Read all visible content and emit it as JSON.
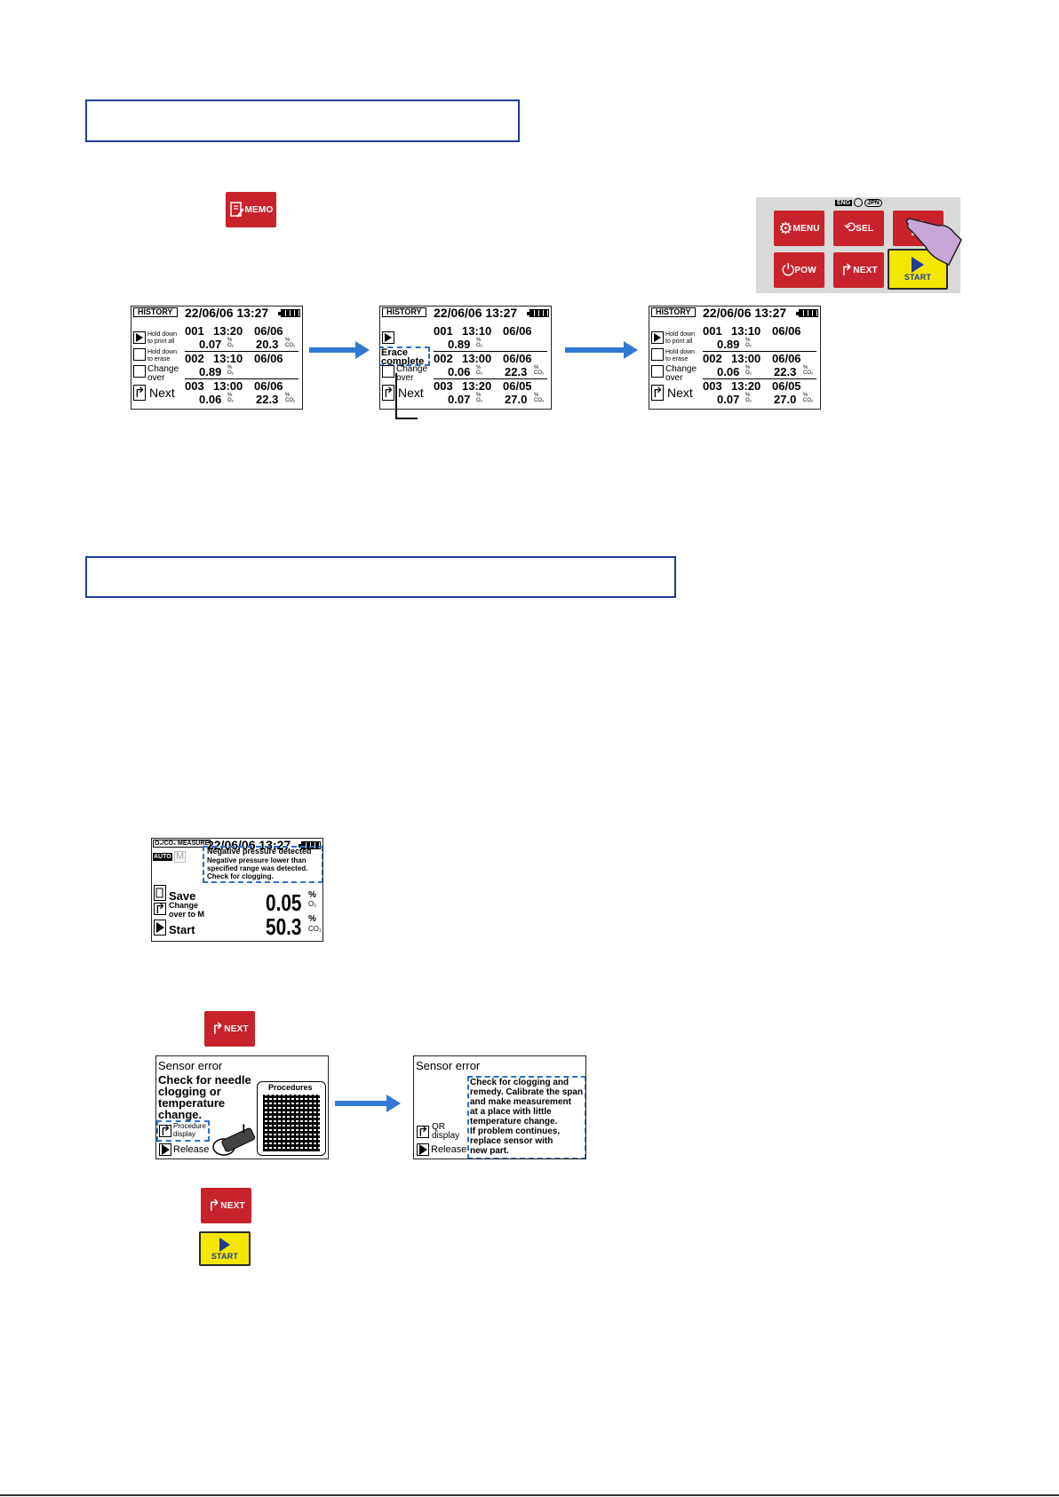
{
  "keys": {
    "memo": "MEMO",
    "next": "NEXT",
    "start": "START",
    "menu": "MENU",
    "sel": "SEL",
    "pow": "POW",
    "lang_eng": "ENG",
    "lang_jpn": "JPN"
  },
  "history": {
    "tag": "HISTORY",
    "datetime": "22/06/06 13:27",
    "side_print": [
      "Hold down",
      "to print all"
    ],
    "side_erase": [
      "Hold down",
      "to erase"
    ],
    "side_change": [
      "Change",
      "over"
    ],
    "side_next": "Next",
    "erase_msg": [
      "Erace",
      "complete"
    ],
    "pct": "%",
    "o2": "O₂",
    "co2": "CO₂",
    "screen1": [
      {
        "no": "001",
        "time": "13:20",
        "date": "06/06",
        "o2": "0.07",
        "co2": "20.3"
      },
      {
        "no": "002",
        "time": "13:10",
        "date": "06/06",
        "o2": "0.89",
        "co2": ""
      },
      {
        "no": "003",
        "time": "13:00",
        "date": "06/06",
        "o2": "0.06",
        "co2": "22.3"
      }
    ],
    "screen2": [
      {
        "no": "001",
        "time": "13:10",
        "date": "06/06",
        "o2": "0.89",
        "co2": ""
      },
      {
        "no": "002",
        "time": "13:00",
        "date": "06/06",
        "o2": "0.06",
        "co2": "22.3"
      },
      {
        "no": "003",
        "time": "13:20",
        "date": "06/05",
        "o2": "0.07",
        "co2": "27.0"
      }
    ]
  },
  "measure": {
    "tag": "O₂/CO₂ MEASURE",
    "datetime": "22/06/06 13:27",
    "auto": "AUTO",
    "m": "M",
    "alert_title": "Negative pressure detected",
    "alert_lines": [
      "Negative pressure lower than",
      "specified range was detected.",
      "Check for clogging."
    ],
    "save": "Save",
    "change": [
      "Change",
      "over to M"
    ],
    "start": "Start",
    "o2_value": "0.05",
    "co2_value": "50.3",
    "pct": "%",
    "o2": "O₂",
    "co2": "CO₂"
  },
  "sensor1": {
    "title": "Sensor error",
    "lines": [
      "Check for needle",
      "clogging or",
      "temperature",
      "change."
    ],
    "procedures": "Procedures",
    "procedure_display": [
      "Procedure",
      "display"
    ],
    "release": "Release"
  },
  "sensor2": {
    "title": "Sensor error",
    "lines": [
      "Check for clogging and",
      "remedy. Calibrate the span",
      "and make measurement",
      "at a place with little",
      "temperature change.",
      "If problem continues,",
      "replace sensor with",
      "new part."
    ],
    "qr": [
      "QR",
      "display"
    ],
    "release": "Release"
  }
}
